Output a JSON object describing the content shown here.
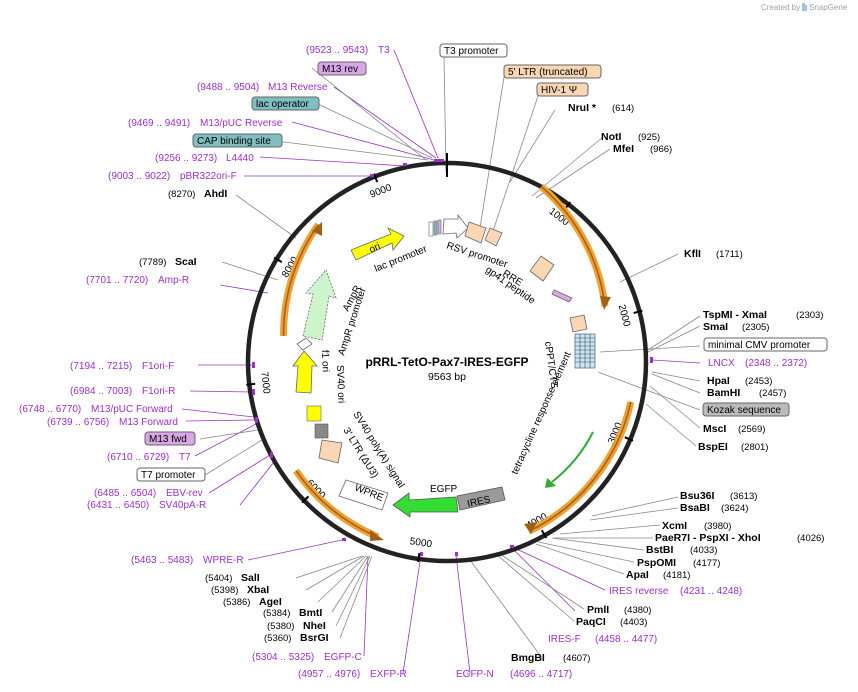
{
  "credit": {
    "text": "Created by",
    "brand": "SnapGene"
  },
  "plasmid": {
    "name": "pRRL-TetO-Pax7-IRES-EGFP",
    "length": "9563 bp"
  },
  "ticks": [
    {
      "bp": 1000,
      "label": "1000"
    },
    {
      "bp": 2000,
      "label": "2000"
    },
    {
      "bp": 3000,
      "label": "3000"
    },
    {
      "bp": 4000,
      "label": "4000"
    },
    {
      "bp": 5000,
      "label": "5000"
    },
    {
      "bp": 6000,
      "label": "6000"
    },
    {
      "bp": 7000,
      "label": "7000"
    },
    {
      "bp": 8000,
      "label": "8000"
    },
    {
      "bp": 9000,
      "label": "9000"
    }
  ],
  "colors": {
    "ring": "#222222",
    "primer": "#9b30c8",
    "orange": "#f0a030",
    "green": "#33aa33",
    "yellow": "#ffff00",
    "peach": "#fad7b4",
    "egfp": "#33dd33",
    "gray": "#888888",
    "teal": "#7fbfbf",
    "magenta": "#d9a7e8",
    "leader": "#888888"
  },
  "feature_labels": [
    {
      "text": "ori"
    },
    {
      "text": "lac promoter"
    },
    {
      "text": "RSV promoter"
    },
    {
      "text": "RRE"
    },
    {
      "text": "gp41 peptide"
    },
    {
      "text": "AmpR"
    },
    {
      "text": "AmpR promoter"
    },
    {
      "text": "f1 ori"
    },
    {
      "text": "SV40 ori"
    },
    {
      "text": "SV40 poly(A) signal"
    },
    {
      "text": "3' LTR (ΔU3)"
    },
    {
      "text": "WPRE"
    },
    {
      "text": "EGFP"
    },
    {
      "text": "IRES"
    },
    {
      "text": "cPPT/CTS"
    },
    {
      "text": "tetracycline response element"
    }
  ],
  "boxed_labels": [
    {
      "text": "T3 promoter",
      "style": "white"
    },
    {
      "text": "5' LTR (truncated)",
      "style": "peach"
    },
    {
      "text": "HIV-1 Ψ",
      "style": "peach"
    },
    {
      "text": "M13 rev",
      "style": "magenta"
    },
    {
      "text": "lac operator",
      "style": "teal"
    },
    {
      "text": "CAP binding site",
      "style": "teal"
    },
    {
      "text": "minimal CMV promoter",
      "style": "white"
    },
    {
      "text": "Kozak sequence",
      "style": "gray"
    },
    {
      "text": "M13 fwd",
      "style": "magenta"
    },
    {
      "text": "T7 promoter",
      "style": "white"
    }
  ],
  "sites": [
    {
      "name": "NruI *",
      "pos": "(614)"
    },
    {
      "name": "NotI",
      "pos": "(925)"
    },
    {
      "name": "MfeI",
      "pos": "(966)"
    },
    {
      "name": "KflI",
      "pos": "(1711)"
    },
    {
      "name": "TspMI  - XmaI",
      "pos": "(2303)"
    },
    {
      "name": "SmaI",
      "pos": "(2305)"
    },
    {
      "name": "HpaI",
      "pos": "(2453)"
    },
    {
      "name": "BamHI",
      "pos": "(2457)"
    },
    {
      "name": "MscI",
      "pos": "(2569)"
    },
    {
      "name": "BspEI",
      "pos": "(2801)"
    },
    {
      "name": "Bsu36I",
      "pos": "(3613)"
    },
    {
      "name": "BsaBI",
      "pos": "(3624)"
    },
    {
      "name": "XcmI",
      "pos": "(3980)"
    },
    {
      "name": "PaeR7I  - PspXI  - XhoI",
      "pos": "(4026)"
    },
    {
      "name": "BstBI",
      "pos": "(4033)"
    },
    {
      "name": "PspOMI",
      "pos": "(4177)"
    },
    {
      "name": "ApaI",
      "pos": "(4181)"
    },
    {
      "name": "PmlI",
      "pos": "(4380)"
    },
    {
      "name": "PaqCI",
      "pos": "(4403)"
    },
    {
      "name": "BmgBI",
      "pos": "(4607)"
    },
    {
      "name": "BsrGI",
      "pos": "(5360)"
    },
    {
      "name": "NheI",
      "pos": "(5380)"
    },
    {
      "name": "BmtI",
      "pos": "(5384)"
    },
    {
      "name": "AgeI",
      "pos": "(5386)"
    },
    {
      "name": "XbaI",
      "pos": "(5398)"
    },
    {
      "name": "SalI",
      "pos": "(5404)"
    },
    {
      "name": "ScaI",
      "pos": "(7789)"
    },
    {
      "name": "AhdI",
      "pos": "(8270)"
    }
  ],
  "primers": [
    {
      "range": "(9523 .. 9543)",
      "name": "T3"
    },
    {
      "range": "(9488 .. 9504)",
      "name": "M13 Reverse"
    },
    {
      "range": "(9469 .. 9491)",
      "name": "M13/pUC Reverse"
    },
    {
      "range": "(9256 .. 9273)",
      "name": "L4440"
    },
    {
      "range": "(9003 .. 9022)",
      "name": "pBR322ori-F"
    },
    {
      "range": "(7701 .. 7720)",
      "name": "Amp-R"
    },
    {
      "range": "(7194 .. 7215)",
      "name": "F1ori-F"
    },
    {
      "range": "(6984 .. 7003)",
      "name": "F1ori-R"
    },
    {
      "range": "(6748 .. 6770)",
      "name": "M13/pUC Forward"
    },
    {
      "range": "(6739 .. 6756)",
      "name": "M13 Forward"
    },
    {
      "range": "(6710 .. 6729)",
      "name": "T7"
    },
    {
      "range": "(6485 .. 6504)",
      "name": "EBV-rev"
    },
    {
      "range": "(6431 .. 6450)",
      "name": "SV40pA-R"
    },
    {
      "range": "(5463 .. 5483)",
      "name": "WPRE-R"
    },
    {
      "range": "(5304 .. 5325)",
      "name": "EGFP-C"
    },
    {
      "range": "(4957 .. 4976)",
      "name": "EXFP-R"
    },
    {
      "range": "(4696 .. 4717)",
      "name": "EGFP-N"
    },
    {
      "range": "(4458 .. 4477)",
      "name": "IRES-F"
    },
    {
      "range": "(4231 .. 4248)",
      "name": "IRES reverse"
    },
    {
      "range": "(2348 .. 2372)",
      "name": "LNCX"
    }
  ]
}
